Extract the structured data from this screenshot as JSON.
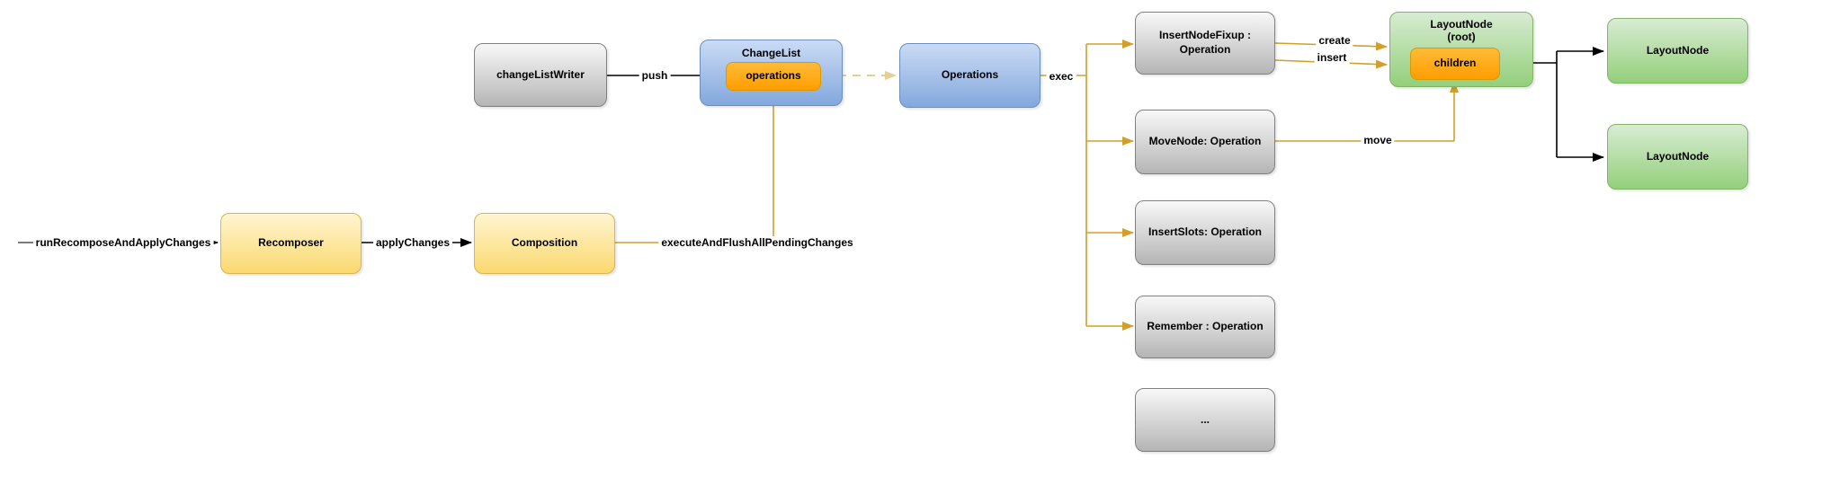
{
  "diagram": {
    "nodes": {
      "recomposer": {
        "label": "Recomposer"
      },
      "composition": {
        "label": "Composition"
      },
      "change_list_writer": {
        "label": "changeListWriter"
      },
      "change_list": {
        "title": "ChangeList",
        "field": "operations"
      },
      "operations": {
        "label": "Operations"
      },
      "insert_node_fixup": {
        "label": "InsertNodeFixup : Operation"
      },
      "move_node": {
        "label": "MoveNode: Operation"
      },
      "insert_slots": {
        "label": "InsertSlots: Operation"
      },
      "remember": {
        "label": "Remember : Operation"
      },
      "more_operations": {
        "label": "..."
      },
      "layout_node_root": {
        "title": "LayoutNode",
        "subtitle": "(root)",
        "field": "children"
      },
      "layout_node_child_1": {
        "label": "LayoutNode"
      },
      "layout_node_child_2": {
        "label": "LayoutNode"
      }
    },
    "edge_labels": {
      "run_recompose": "runRecomposeAndApplyChanges",
      "apply_changes": "applyChanges",
      "push": "push",
      "execute_flush": "executeAndFlushAllPendingChanges",
      "exec": "exec",
      "create": "create",
      "insert": "insert",
      "move": "move"
    },
    "colors": {
      "yellow_fill_top": "#fff5d1",
      "yellow_fill_bottom": "#fbd96f",
      "yellow_border": "#d6b656",
      "blue_fill_top": "#cadbf4",
      "blue_fill_bottom": "#83a8dd",
      "blue_border": "#6c8ebf",
      "gray_fill_top": "#f8f8f8",
      "gray_fill_bottom": "#b5b5b5",
      "gray_border": "#808080",
      "green_fill_top": "#d8ecd3",
      "green_fill_bottom": "#94cf7b",
      "green_border": "#82b366",
      "orange_fill_top": "#ffba38",
      "orange_fill_bottom": "#ff9e00",
      "orange_border": "#d79b00",
      "connector_orange": "#d2a02a",
      "connector_dashed_tan": "#e5ce93",
      "connector_black": "#000000"
    }
  }
}
